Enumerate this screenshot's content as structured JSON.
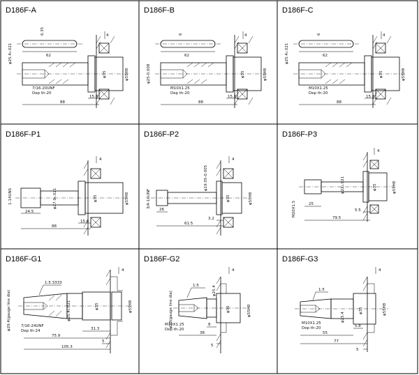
{
  "panels": [
    {
      "title": "D186F-A",
      "key_width": "6.35",
      "key_length": "62",
      "end_dia": "φ25.4₀.021",
      "step_dia": "φ35",
      "bearing_dia": "φ55H8",
      "thread": "7/16-20UNF",
      "thread_depth": "Dep th-20",
      "face_offset": "15.8",
      "total_length": "88",
      "flange_offset": "4"
    },
    {
      "title": "D186F-B",
      "key_width": "6",
      "key_length": "62",
      "end_dia": "φ25-0.008",
      "step_dia": "φ35",
      "bearing_dia": "φ55H8",
      "thread": "M10X1.25",
      "thread_depth": "Dep th-20",
      "face_offset": "15.8",
      "total_length": "88",
      "flange_offset": "4"
    },
    {
      "title": "D186F-C",
      "key_width": "6",
      "key_length": "62",
      "end_dia": "φ25.4₀.021",
      "step_dia": "φ35",
      "bearing_dia": "φ55H8",
      "thread": "M10X1.25",
      "thread_depth": "Dep th-20",
      "face_offset": "15.8",
      "total_length": "88",
      "flange_offset": "4"
    },
    {
      "title": "D186F-P1",
      "thread_dia": "1-14UNS",
      "shoulder_dia": "φ27.9₀.021",
      "step_dia": "φ35",
      "bearing_dia": "φ55H8",
      "thread_len": "24.5",
      "face_offset": "15.8",
      "total_length": "88",
      "flange_offset": "4"
    },
    {
      "title": "D186F-P2",
      "thread_dia": "3/4-16UNF",
      "shoulder_dia": "φ19.05-0.005",
      "step_dia": "φ35",
      "bearing_dia": "φ55H8",
      "thread_len": "26",
      "face_offset": "3.2",
      "total_length": "61.5",
      "flange_offset": "4"
    },
    {
      "title": "D186F-P3",
      "thread_dia": "M20X1.5",
      "shoulder_dia": "φ22₀.021",
      "step_dia": "φ35",
      "bearing_dia": "φ55H8",
      "thread_len": "25",
      "face_offset": "5.5",
      "total_length": "79.5",
      "flange_offset": "4"
    },
    {
      "title": "D186F-G1",
      "taper": "1:5.3333",
      "end_dia": "φ29.4(gauge line dia)",
      "shoulder_dia": "φ25.4₀.021",
      "step_dia": "φ35",
      "bearing_dia": "φ55H8",
      "thread": "7/16-24UNF",
      "thread_depth": "Dep th-24",
      "face_offset": "31.3",
      "length_a": "75.9",
      "total_length": "105.3",
      "shoulder_offset": "5",
      "flange_offset": "4"
    },
    {
      "title": "D186F-G2",
      "taper": "1:5",
      "end_dia": "φ28(gauge line dia)",
      "shoulder_dia": "φ25.4",
      "step_dia": "φ35",
      "bearing_dia": "φ55H8",
      "thread": "M10X1.25",
      "thread_depth": "Dep th-20",
      "face_offset": "8",
      "length_a": "38",
      "total_length": "",
      "shoulder_offset": "5",
      "flange_offset": "4"
    },
    {
      "title": "D186F-G3",
      "taper": "1:5",
      "end_dia": "",
      "shoulder_dia": "φ25.4",
      "step_dia": "φ35",
      "bearing_dia": "φ55H8",
      "thread": "M10X1.25",
      "thread_depth": "Dep th-20",
      "face_offset": "5.8",
      "length_a": "55",
      "total_length": "77",
      "shoulder_offset": "5",
      "flange_offset": "4"
    }
  ]
}
